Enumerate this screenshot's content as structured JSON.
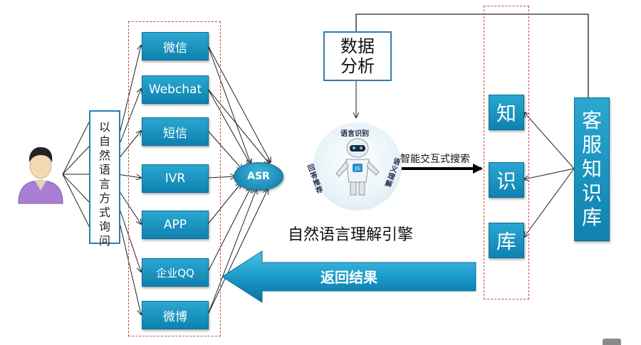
{
  "query_box": {
    "label": "以自然语言方式询问"
  },
  "channels": [
    {
      "label": "微信"
    },
    {
      "label": "Webchat"
    },
    {
      "label": "短信"
    },
    {
      "label": "IVR"
    },
    {
      "label": "APP"
    },
    {
      "label": "企业QQ"
    },
    {
      "label": "微博"
    }
  ],
  "asr": {
    "label": "ASR"
  },
  "data_analysis": {
    "label_line1": "数据",
    "label_line2": "分析"
  },
  "robot_ring": {
    "top": "语言识别",
    "left": "回答推荐",
    "right": "语义理解"
  },
  "engine_label": "自然语言理解引擎",
  "search_label": "智能交互式搜索",
  "return_label": "返回结果",
  "knowledge_base_chars": [
    "知",
    "识",
    "库"
  ],
  "customer_kb": {
    "label": "客服知识库"
  },
  "colors": {
    "accent": "#1a9bcb",
    "accent_dark": "#0e82b0",
    "dashed": "#c0504d",
    "arrow": "#222222"
  }
}
